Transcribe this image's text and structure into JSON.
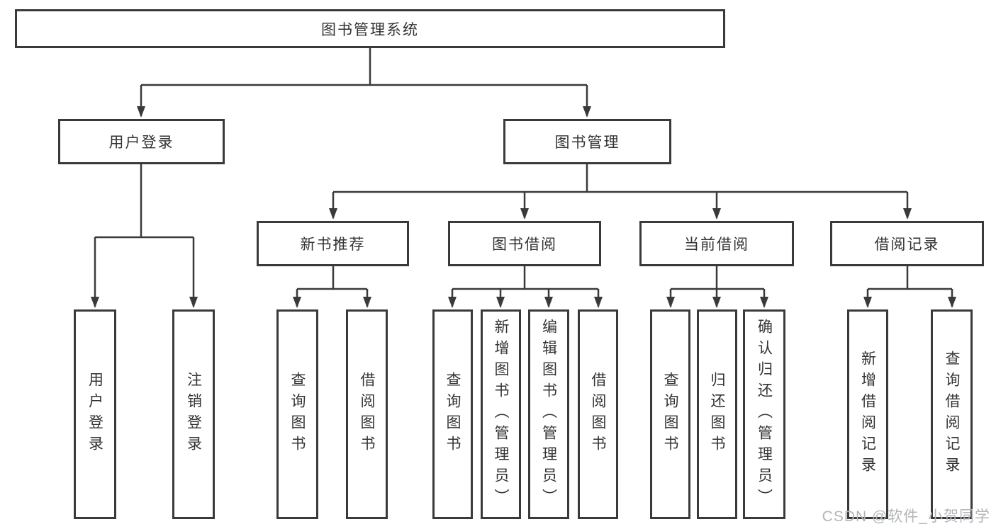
{
  "diagram": {
    "type": "tree",
    "root": {
      "label": "图书管理系统",
      "children": [
        {
          "label": "用户登录",
          "children": [
            {
              "label": "用户登录"
            },
            {
              "label": "注销登录"
            }
          ]
        },
        {
          "label": "图书管理",
          "children": [
            {
              "label": "新书推荐",
              "children": [
                {
                  "label": "查询图书"
                },
                {
                  "label": "借阅图书"
                }
              ]
            },
            {
              "label": "图书借阅",
              "children": [
                {
                  "label": "查询图书"
                },
                {
                  "label": "新增图书（管理员）"
                },
                {
                  "label": "编辑图书（管理员）"
                },
                {
                  "label": "借阅图书"
                }
              ]
            },
            {
              "label": "当前借阅",
              "children": [
                {
                  "label": "查询图书"
                },
                {
                  "label": "归还图书"
                },
                {
                  "label": "确认归还（管理员）"
                }
              ]
            },
            {
              "label": "借阅记录",
              "children": [
                {
                  "label": "新增借阅记录"
                },
                {
                  "label": "查询借阅记录"
                }
              ]
            }
          ]
        }
      ]
    }
  },
  "watermark": {
    "text": "CSDN @软件_小贺同学"
  },
  "colors": {
    "line": "#3a3a3a",
    "box_border": "#3a3a3a",
    "box_fill": "#ffffff",
    "text": "#333333",
    "watermark": "#b2b6ba",
    "background": "#ffffff"
  }
}
